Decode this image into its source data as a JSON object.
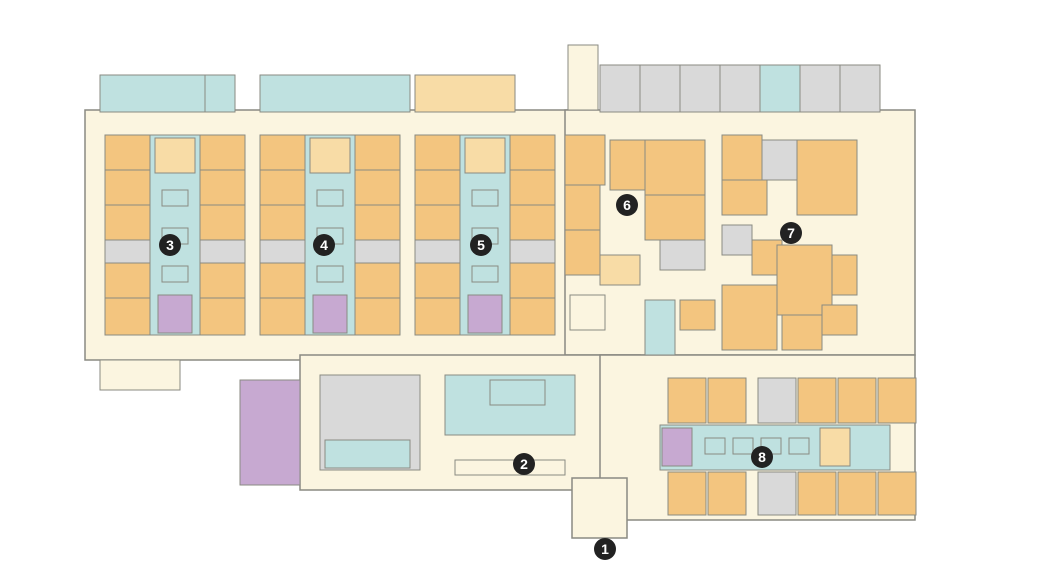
{
  "colors": {
    "floor": "#fbf5e0",
    "wall": "#8a8a82",
    "patient_room": "#f3c57f",
    "corridor": "#bfe1e0",
    "support": "#d9d9d9",
    "purple": "#c7a9d1",
    "light_orange": "#f8dca6",
    "marker": "#222222"
  },
  "markers": [
    {
      "label": "1"
    },
    {
      "label": "2"
    },
    {
      "label": "3"
    },
    {
      "label": "4"
    },
    {
      "label": "5"
    },
    {
      "label": "6"
    },
    {
      "label": "7"
    },
    {
      "label": "8"
    }
  ]
}
